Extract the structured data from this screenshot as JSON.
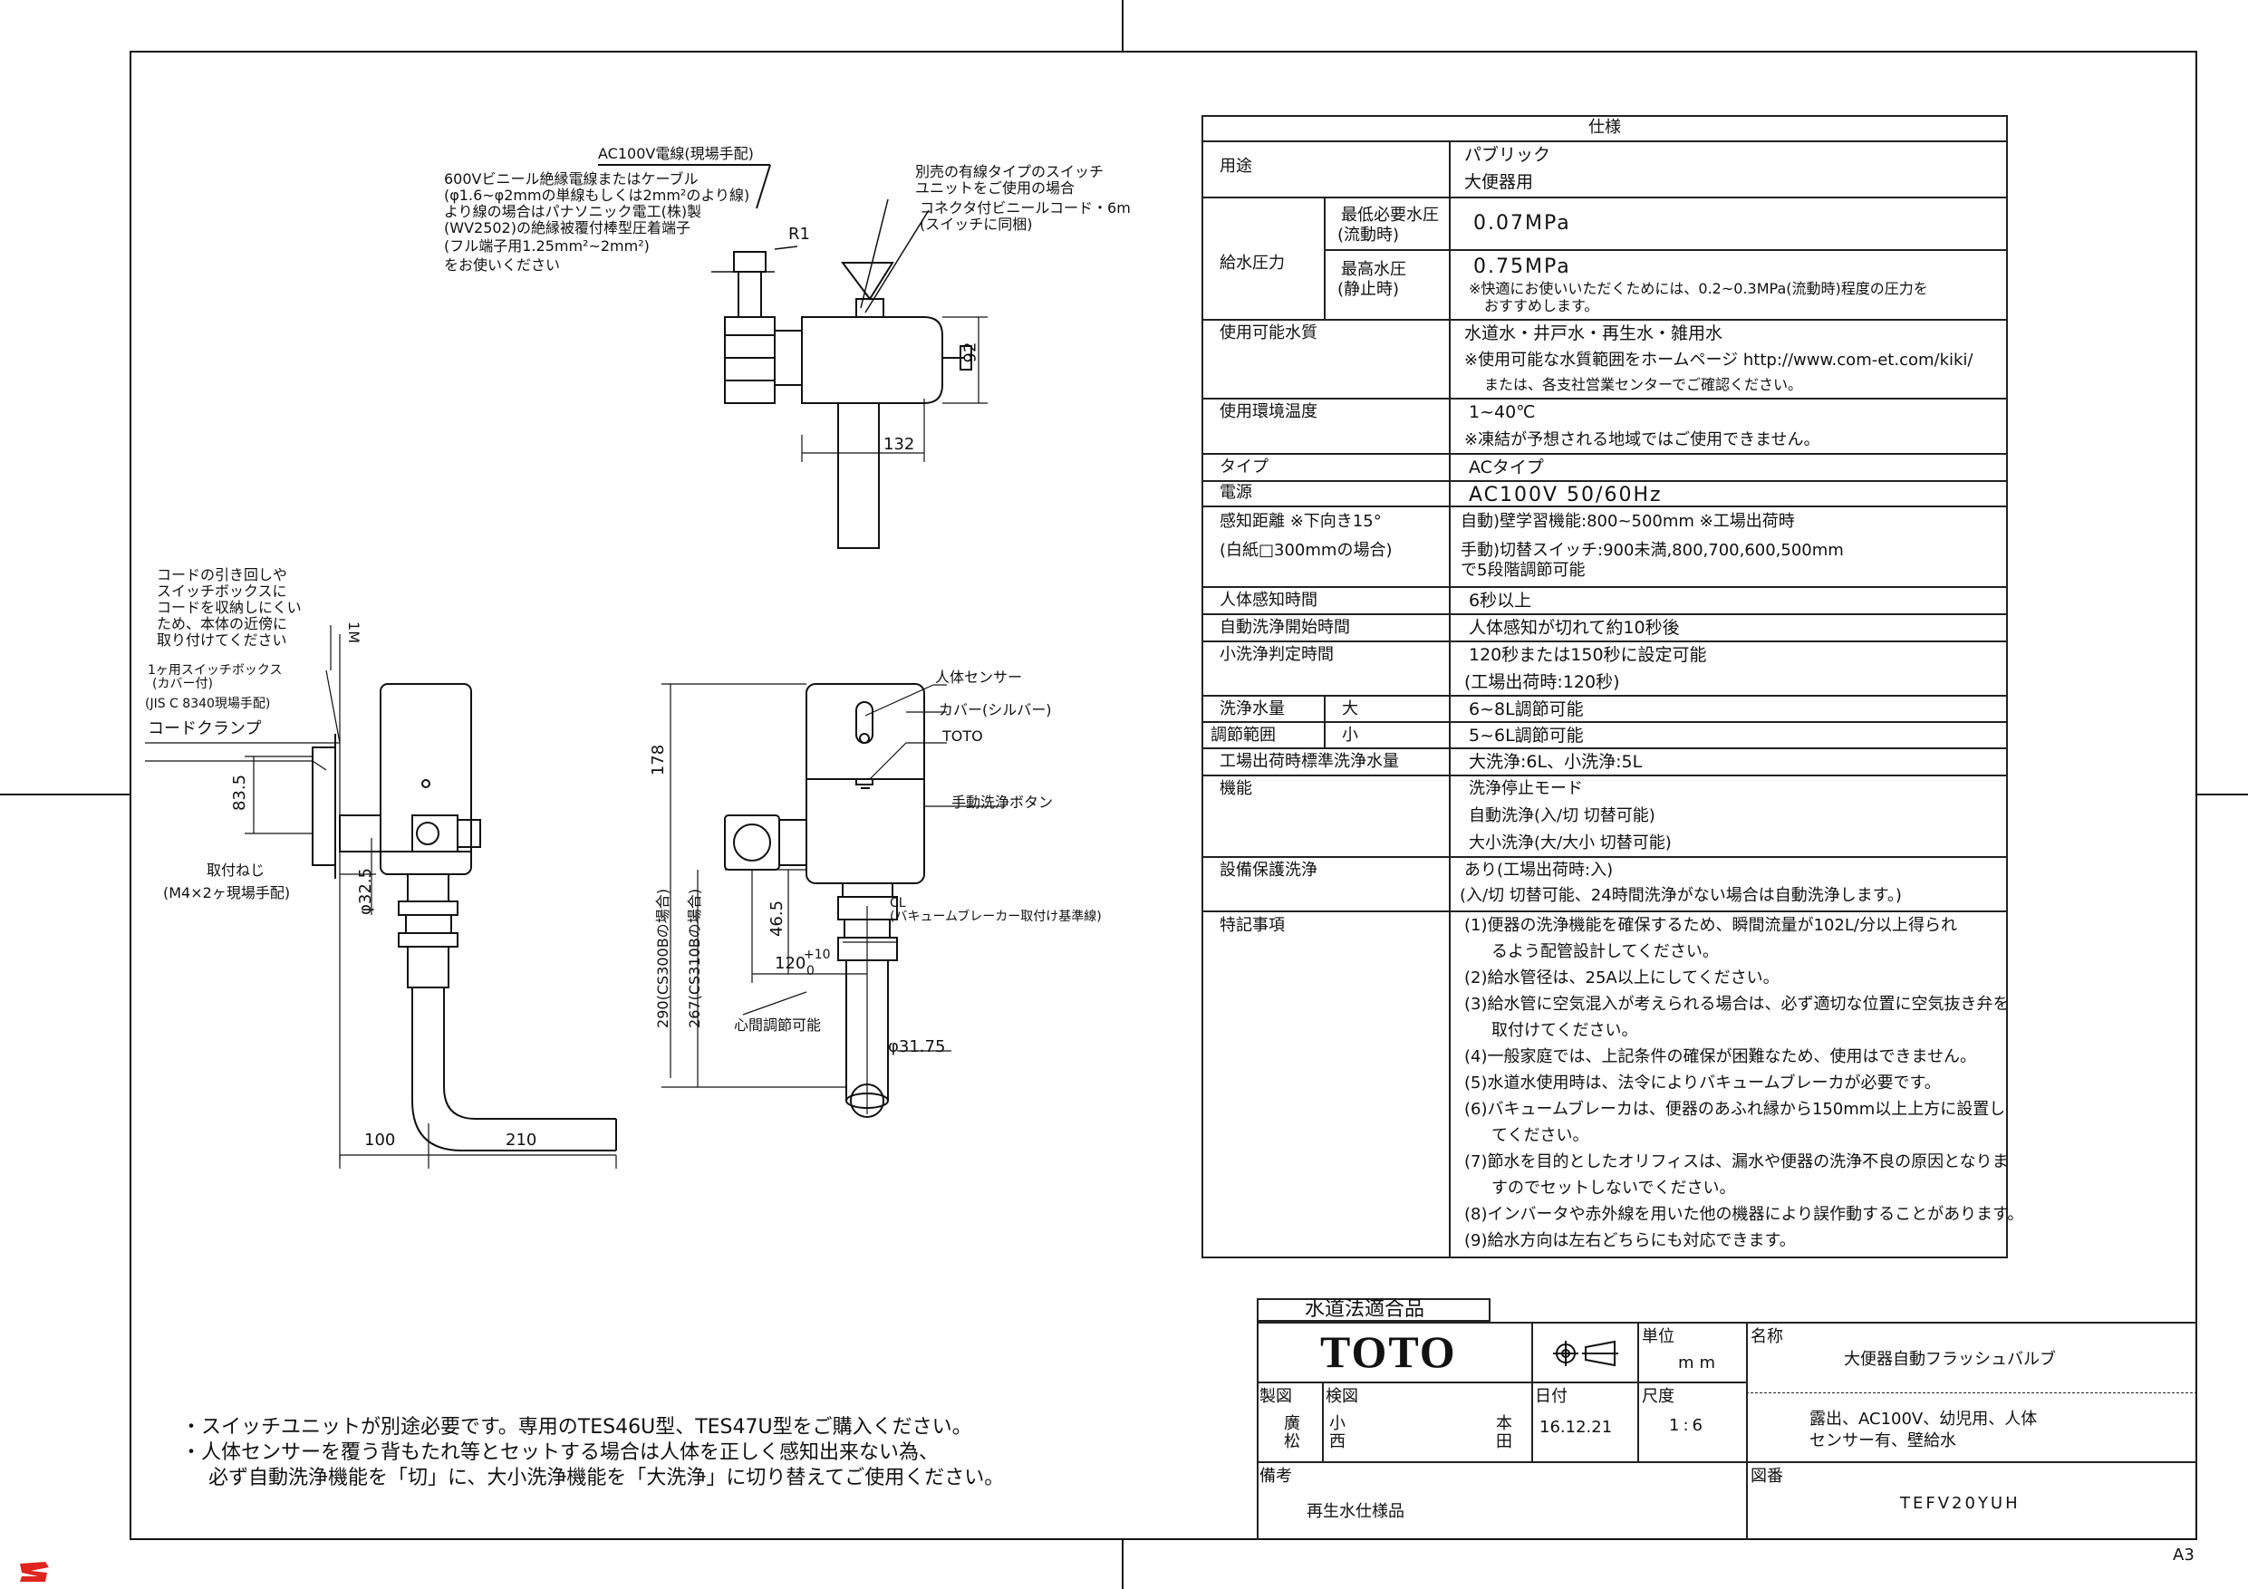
{
  "drawing": {
    "top_labels": {
      "cable_title": "AC100V電線(現場手配)",
      "cable_l1": "600Vビニール絶縁電線またはケーブル",
      "cable_l2": "(φ1.6~φ2mmの単線もしくは2mm²のより線)",
      "cable_l3": "より線の場合はパナソニック電工(株)製",
      "cable_l4": "(WV2502)の絶縁被覆付棒型圧着端子",
      "cable_l5": "(フル端子用1.25mm²~2mm²)",
      "cable_l6": "をお使いください",
      "switch_l1": "別売の有線タイプのスイッチ",
      "switch_l2": "ユニットをご使用の場合",
      "switch_l3": "コネクタ付ビニールコード・6m",
      "switch_l4": "(スイッチに同梱)",
      "r1": "R1",
      "dim_92": "92",
      "dim_132": "132"
    },
    "left_labels": {
      "cord_l1": "コードの引き回しや",
      "cord_l2": "スイッチボックスに",
      "cord_l3": "コードを収納しにくい",
      "cord_l4": "ため、本体の近傍に",
      "cord_l5": "取り付けてください",
      "dim_1m": "1M",
      "box_l1": "1ヶ用スイッチボックス",
      "box_l2": "(カバー付)",
      "jis": "(JIS C 8340現場手配)",
      "clamp": "コードクランプ",
      "dim_835": "83.5",
      "screw_l1": "取付ねじ",
      "screw_l2": "(M4×2ヶ現場手配)",
      "dim_325": "φ32.5",
      "dim_100": "100",
      "dim_210": "210"
    },
    "right_labels": {
      "sensor": "人体センサー",
      "cover": "カバー(シルバー)",
      "toto": "TOTO",
      "manual": "手動洗浄ボタン",
      "dim_178": "178",
      "dim_290": "290(CS300Bの場合)",
      "dim_267": "267(CS310Bの場合)",
      "dim_465": "46.5",
      "dim_120": "120",
      "tol_plus": "+10",
      "tol_zero": "0",
      "cl": "CL",
      "breaker": "(バキュームブレーカー取付け基準線)",
      "center_adj": "心間調節可能",
      "dim_3175": "φ31.75"
    }
  },
  "spec": {
    "title": "仕様",
    "rows": [
      {
        "label": "用途",
        "lines": [
          "パブリック",
          "大便器用"
        ]
      },
      {
        "label": "給水圧力",
        "sub1": "最低必要水圧",
        "sub1b": "(流動時)",
        "val1": "0.07MPa",
        "sub2": "最高水圧",
        "sub2b": "(静止時)",
        "val2": "0.75MPa",
        "note2a": "※快適にお使いいただくためには、0.2~0.3MPa(流動時)程度の圧力を",
        "note2b": "おすすめします。"
      },
      {
        "label": "使用可能水質",
        "lines": [
          "水道水・井戸水・再生水・雑用水",
          "※使用可能な水質範囲をホームページ http://www.com-et.com/kiki/",
          "または、各支社営業センターでご確認ください。"
        ]
      },
      {
        "label": "使用環境温度",
        "lines": [
          "1~40℃",
          "※凍結が予想される地域ではご使用できません。"
        ]
      },
      {
        "label": "タイプ",
        "lines": [
          "ACタイプ"
        ]
      },
      {
        "label": "電源",
        "lines": [
          "AC100V 50/60Hz"
        ]
      },
      {
        "label": "感知距離 ※下向き15°",
        "label2": "(白紙□300mmの場合)",
        "lines": [
          "自動)壁学習機能:800~500mm ※工場出荷時",
          "手動)切替スイッチ:900未満,800,700,600,500mm",
          "で5段階調節可能"
        ]
      },
      {
        "label": "人体感知時間",
        "lines": [
          "6秒以上"
        ]
      },
      {
        "label": "自動洗浄開始時間",
        "lines": [
          "人体感知が切れて約10秒後"
        ]
      },
      {
        "label": "小洗浄判定時間",
        "lines": [
          "120秒または150秒に設定可能",
          "(工場出荷時:120秒)"
        ]
      },
      {
        "label": "洗浄水量",
        "label2": "調節範囲",
        "sub1": "大",
        "sub2": "小",
        "lines": [
          "6~8L調節可能",
          "5~6L調節可能"
        ]
      },
      {
        "label": "工場出荷時標準洗浄水量",
        "lines": [
          "大洗浄:6L、小洗浄:5L"
        ]
      },
      {
        "label": "機能",
        "lines": [
          "洗浄停止モード",
          "自動洗浄(入/切 切替可能)",
          "大小洗浄(大/大小 切替可能)"
        ]
      },
      {
        "label": "設備保護洗浄",
        "lines": [
          "あり(工場出荷時:入)",
          "(入/切 切替可能、24時間洗浄がない場合は自動洗浄します。)"
        ]
      },
      {
        "label": "特記事項",
        "lines": [
          "(1)便器の洗浄機能を確保するため、瞬間流量が102L/分以上得られ",
          "るよう配管設計してください。",
          "(2)給水管径は、25A以上にしてください。",
          "(3)給水管に空気混入が考えられる場合は、必ず適切な位置に空気抜き弁を",
          "取付けてください。",
          "(4)一般家庭では、上記条件の確保が困難なため、使用はできません。",
          "(5)水道水使用時は、法令によりバキュームブレーカが必要です。",
          "(6)バキュームブレーカは、便器のあふれ縁から150mm以上上方に設置し",
          "てください。",
          "(7)節水を目的としたオリフィスは、漏水や便器の洗浄不良の原因となりま",
          "すのでセットしないでください。",
          "(8)インバータや赤外線を用いた他の機器により誤作動することがあります。",
          "(9)給水方向は左右どちらにも対応できます。"
        ]
      }
    ]
  },
  "notes": {
    "n1": "・スイッチユニットが別途必要です。専用のTES46U型、TES47U型をご購入ください。",
    "n2": "・人体センサーを覆う背もたれ等とセットする場合は人体を正しく感知出来ない為、",
    "n3": "必ず自動洗浄機能を「切」に、大小洗浄機能を「大洗浄」に切り替えてご使用ください。"
  },
  "title_block": {
    "cert": "水道法適合品",
    "logo": "TOTO",
    "unit_label": "単位",
    "unit": "mm",
    "name_label": "名称",
    "name": "大便器自動フラッシュバルブ",
    "drawn_label": "製図",
    "drawn1": "廣",
    "drawn2": "松",
    "check_label": "検図",
    "check1": "小",
    "check2": "西",
    "check3": "本",
    "check4": "田",
    "date_label": "日付",
    "date": "16.12.21",
    "scale_label": "尺度",
    "scale": "1:6",
    "desc1": "露出、AC100V、幼児用、人体",
    "desc2": "センサー有、壁給水",
    "remarks_label": "備考",
    "remarks": "再生水仕様品",
    "dwg_label": "図番",
    "dwg": "TEFV20YUH"
  },
  "sheet": "A3"
}
